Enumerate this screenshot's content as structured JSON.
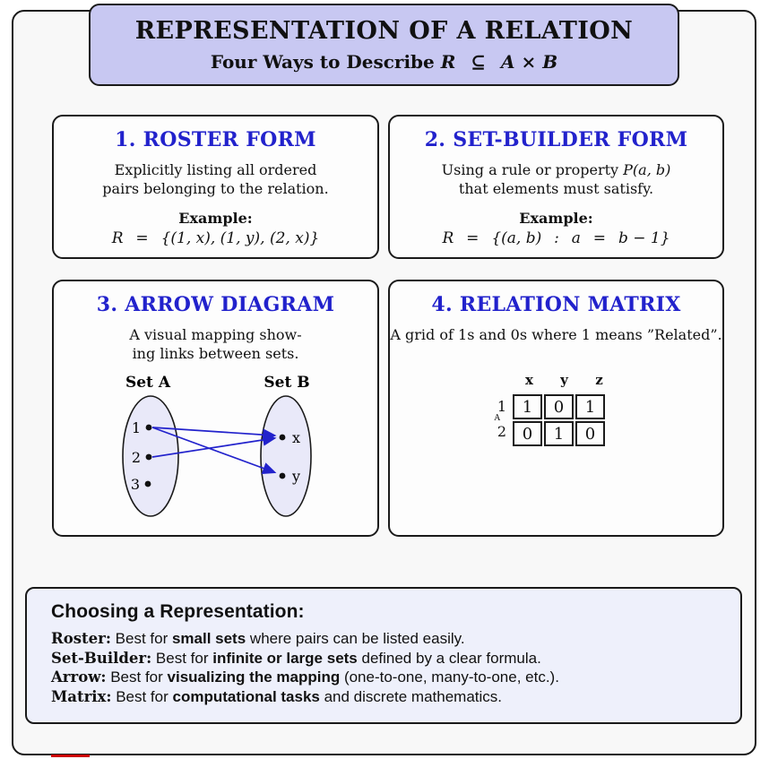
{
  "header": {
    "title": "REPRESENTATION OF A RELATION",
    "subtitle_pre": "Four Ways to Describe ",
    "subtitle_math": "R  ⊆  A × B",
    "fill_color": "#c8c8f2"
  },
  "cards": {
    "roster": {
      "title": "1. ROSTER FORM",
      "desc_line1": "Explicitly listing all ordered",
      "desc_line2": "pairs belonging to the relation.",
      "example_label": "Example:",
      "example": "R  =  {(1, x), (1, y), (2, x)}"
    },
    "set_builder": {
      "title": "2. SET-BUILDER FORM",
      "desc_line1_pre": "Using a rule or property ",
      "desc_line1_math": "P(a, b)",
      "desc_line2": "that elements must satisfy.",
      "example_label": "Example:",
      "example": "R  =  {(a, b)  :  a  =  b − 1}"
    },
    "arrow": {
      "title": "3. ARROW DIAGRAM",
      "desc_line1": "A visual mapping show-",
      "desc_line2": "ing links between sets.",
      "set_a_label": "Set A",
      "set_b_label": "Set B",
      "set_a_elements": [
        "1",
        "2",
        "3"
      ],
      "set_b_elements": [
        "x",
        "y"
      ],
      "mappings": [
        "1→x",
        "1→y",
        "2→x"
      ],
      "arrow_color": "#2222cc",
      "ellipse_fill": "#e9e9f9"
    },
    "matrix": {
      "title": "4. RELATION MATRIX",
      "desc": "A grid of 1s and 0s where 1 means ”Related”.",
      "col_headers": [
        "x",
        "y",
        "z"
      ],
      "row_headers": [
        "1",
        "2"
      ],
      "row_axis_label": "A",
      "rows": [
        [
          "1",
          "0",
          "1"
        ],
        [
          "0",
          "1",
          "0"
        ]
      ]
    }
  },
  "tips": {
    "title": "Choosing a Representation:",
    "lines": [
      {
        "label": "Roster:",
        "pre": " Best for ",
        "bold": "small sets",
        "post": " where pairs can be listed easily."
      },
      {
        "label": "Set-Builder:",
        "pre": " Best for ",
        "bold": "infinite or large sets",
        "post": " defined by a clear formula."
      },
      {
        "label": "Arrow:",
        "pre": " Best for ",
        "bold": "visualizing the mapping",
        "post": " (one-to-one, many-to-one, etc.)."
      },
      {
        "label": "Matrix:",
        "pre": " Best for ",
        "bold": "computational tasks",
        "post": " and discrete mathematics."
      }
    ],
    "fill_color": "#eef0fb"
  },
  "colors": {
    "card_title_blue": "#2222cc",
    "arrow_blue": "#2222cc",
    "header_lavender": "#c8c8f2",
    "tips_lavender": "#eef0fb",
    "page_inner_fill": "#f8f8f8",
    "artifact_red": "#cc0000"
  }
}
